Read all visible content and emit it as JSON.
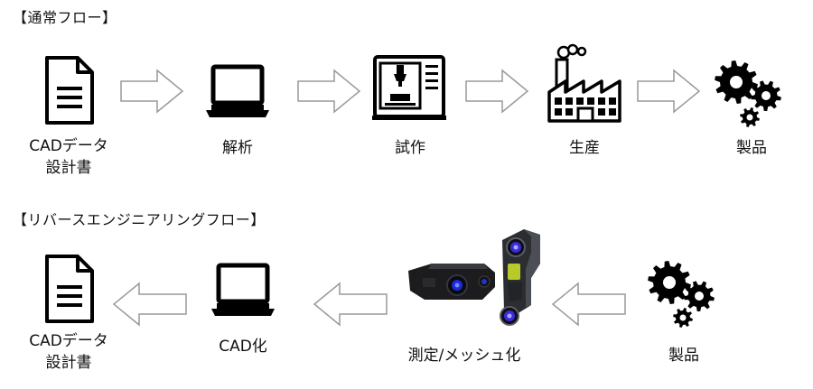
{
  "normal_flow": {
    "title": "【通常フロー】",
    "steps": [
      {
        "icon": "document-icon",
        "label_lines": [
          "CADデータ",
          "設計書"
        ]
      },
      {
        "icon": "laptop-icon",
        "label_lines": [
          "解析"
        ]
      },
      {
        "icon": "fabrication-machine-icon",
        "label_lines": [
          "試作"
        ]
      },
      {
        "icon": "factory-icon",
        "label_lines": [
          "生産"
        ]
      },
      {
        "icon": "gears-icon",
        "label_lines": [
          "製品"
        ]
      }
    ],
    "arrow_direction": "right"
  },
  "reverse_flow": {
    "title": "【リバースエンジニアリングフロー】",
    "steps": [
      {
        "icon": "gears-icon",
        "label_lines": [
          "製品"
        ]
      },
      {
        "icon": "3d-scanner-icon",
        "label_lines": [
          "測定/メッシュ化"
        ]
      },
      {
        "icon": "laptop-icon",
        "label_lines": [
          "CAD化"
        ]
      },
      {
        "icon": "document-icon",
        "label_lines": [
          "CADデータ",
          "設計書"
        ]
      }
    ],
    "arrow_direction": "left"
  }
}
